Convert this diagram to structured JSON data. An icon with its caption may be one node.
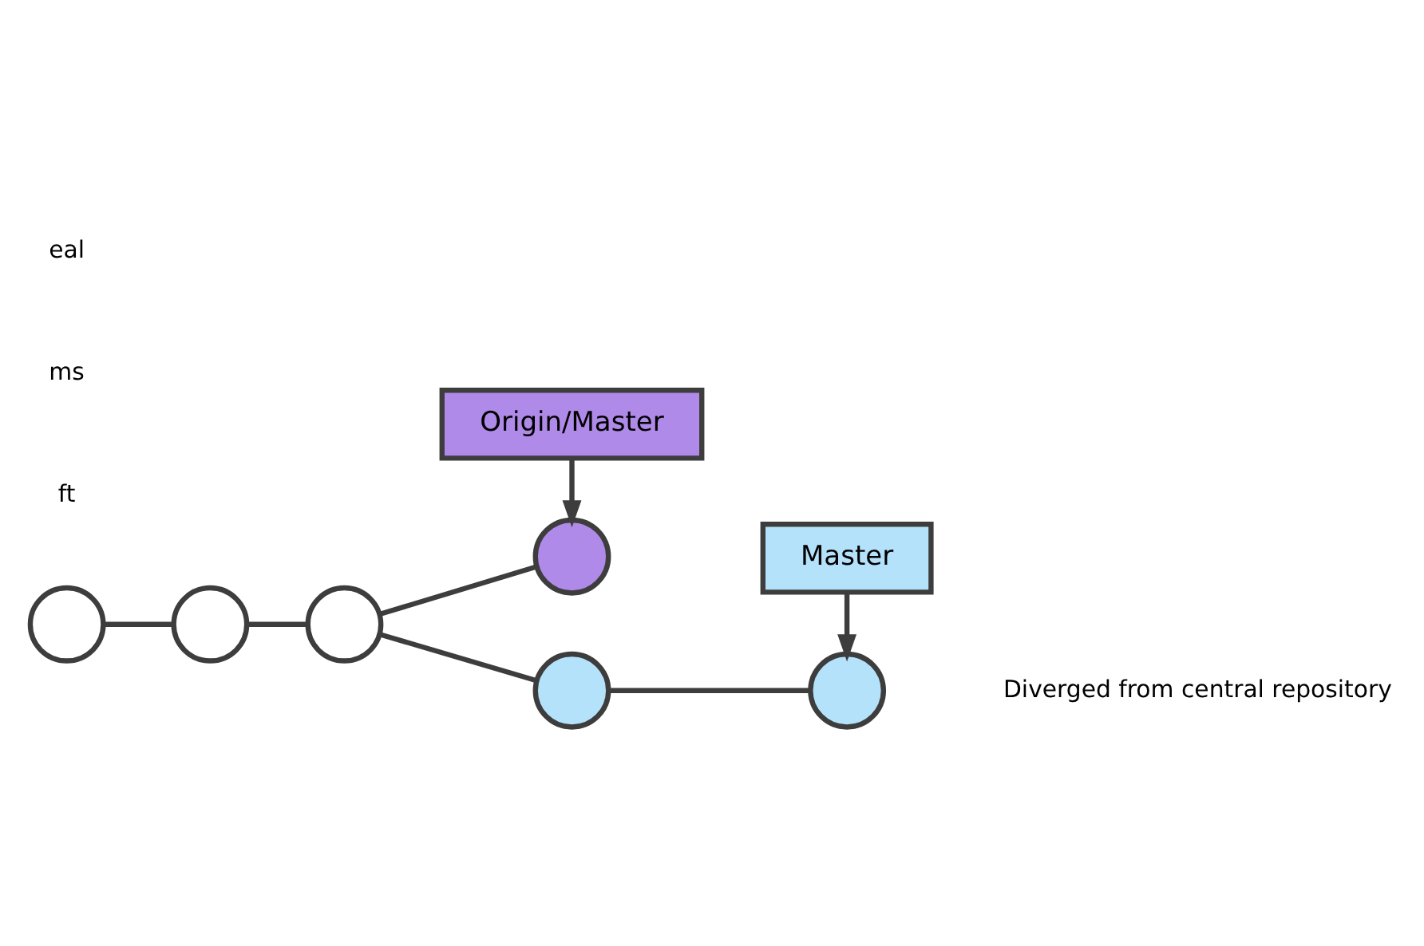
{
  "diagram": {
    "nodes": [
      {
        "text": [
          "Origin/Master"
        ]
      },
      {
        "text": [
          "Master"
        ]
      },
      {
        "text": [],
        "shape": "circle"
      },
      {
        "text": [],
        "shape": "circle"
      },
      {
        "text": [],
        "shape": "circle"
      },
      {
        "text": [],
        "shape": "circle"
      },
      {
        "text": [],
        "shape": "circle"
      },
      {
        "text": [],
        "shape": "circle"
      }
    ],
    "edges": [
      {
        "from": 0,
        "to": 5,
        "arrow": "to"
      },
      {
        "from": 1,
        "to": 7,
        "arrow": "to"
      },
      {
        "from": 2,
        "to": 3,
        "arrow": "none"
      },
      {
        "from": 3,
        "to": 4,
        "arrow": "none"
      },
      {
        "from": 4,
        "to": 5,
        "arrow": "none"
      },
      {
        "from": 4,
        "to": 6,
        "arrow": "none"
      },
      {
        "from": 6,
        "to": 7,
        "arrow": "none"
      }
    ],
    "labels": [
      "ft",
      "ms",
      "eal",
      "Diverged from central repository"
    ]
  }
}
